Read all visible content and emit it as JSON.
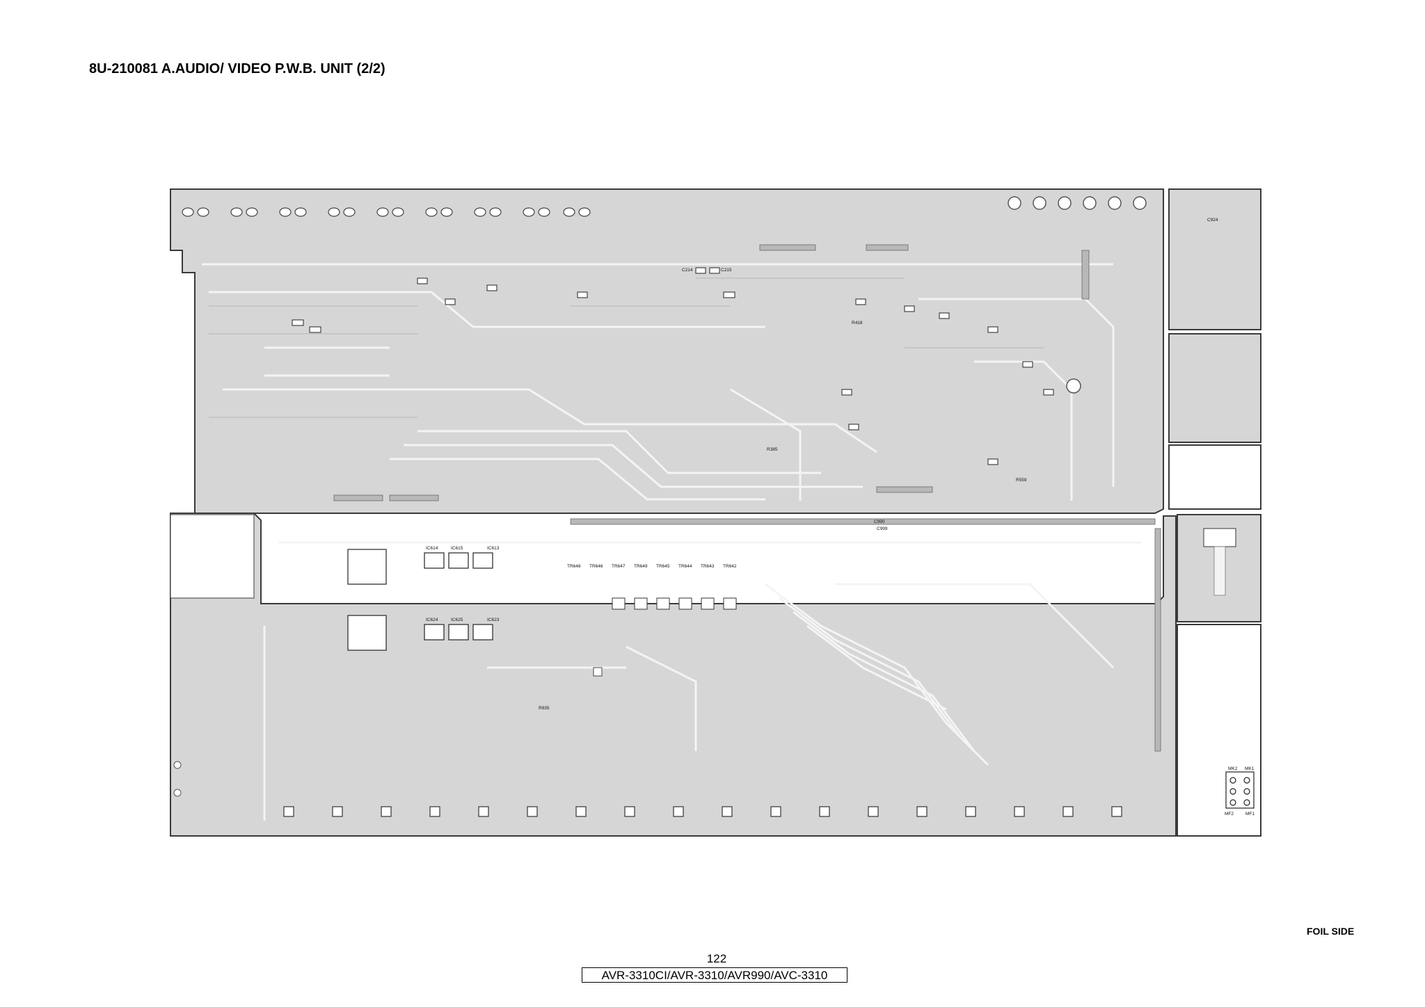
{
  "header": {
    "title": "8U-210081 A.AUDIO/ VIDEO P.W.B. UNIT (2/2)"
  },
  "diagram": {
    "side_label": "FOIL SIDE",
    "colors": {
      "board_fill": "#d6d6d6",
      "trace": "#f2f2f2",
      "outline": "#3a3a3a",
      "pad": "#ffffff"
    },
    "labels": {
      "connector_a": "MK2",
      "connector_b": "MK1",
      "connector_c": "MF2",
      "connector_d": "MF1",
      "ic_1": "IC614",
      "ic_2": "IC615",
      "ic_3": "IC624",
      "ic_4": "IC625",
      "ic_5": "IC623",
      "ic_6": "IC613",
      "tr_1": "TR648",
      "tr_2": "TR646",
      "tr_3": "TR647",
      "tr_4": "TR649",
      "tr_5": "TR645",
      "tr_6": "TR644",
      "tr_7": "TR643",
      "tr_8": "TR642",
      "cap_1": "C924",
      "cap_2": "C214",
      "cap_3": "C215",
      "cap_4": "C990",
      "cap_5": "C999",
      "res_1": "R418",
      "res_2": "R559",
      "res_3": "R935",
      "res_4": "R385"
    }
  },
  "footer": {
    "page_number": "122",
    "model_list": "AVR-3310CI/AVR-3310/AVR990/AVC-3310"
  }
}
